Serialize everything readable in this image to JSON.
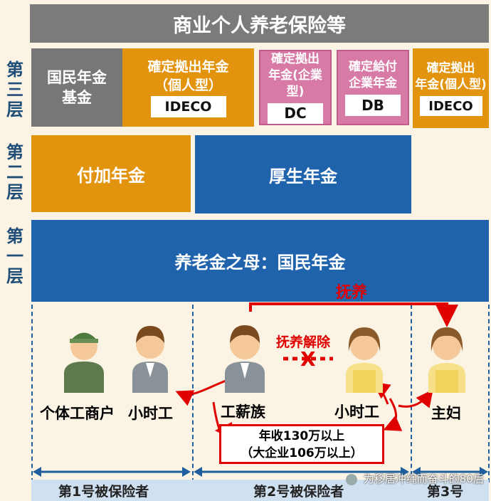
{
  "title": "商业个人养老保险等",
  "layers": {
    "third": [
      "第",
      "三",
      "层"
    ],
    "second": [
      "第",
      "二",
      "层"
    ],
    "first": [
      "第",
      "一",
      "层"
    ]
  },
  "tier3": {
    "kokumin_kikin": {
      "line1": "国民年金",
      "line2": "基金"
    },
    "ideco_personal": {
      "line1": "確定拠出年金",
      "line2": "（個人型）",
      "tag": "IDECO"
    },
    "dc": {
      "line1": "確定拠出",
      "line2": "年金(企業型)",
      "tag": "DC"
    },
    "db": {
      "line1": "確定給付",
      "line2": "企業年金",
      "tag": "DB"
    },
    "ideco_right": {
      "line1": "確定拠出",
      "line2": "年金(個人型)",
      "tag": "IDECO"
    }
  },
  "tier2": {
    "fuka": "付加年金",
    "kosei": "厚生年金"
  },
  "tier1": {
    "label": "养老金之母：国民年金"
  },
  "relations": {
    "support": "抚养",
    "support_cancel": "抚养解除",
    "x_mark": "X"
  },
  "people": {
    "p1": "个体工商户",
    "p2": "小时工",
    "p3": "工薪族",
    "p4": "小时工",
    "p5": "主妇"
  },
  "income": {
    "line1": "年收130万以上",
    "line2": "（大企业106万以上）"
  },
  "categories": {
    "c1": "第1号被保险者",
    "c2": "第2号被保险者",
    "c3": "第3号"
  },
  "watermark": "为移居冲绳而奋斗的80后",
  "colors": {
    "gray": "#777777",
    "orange": "#e3940f",
    "pink": "#d77aa5",
    "blue": "#1f63ad",
    "red": "#e00000"
  }
}
